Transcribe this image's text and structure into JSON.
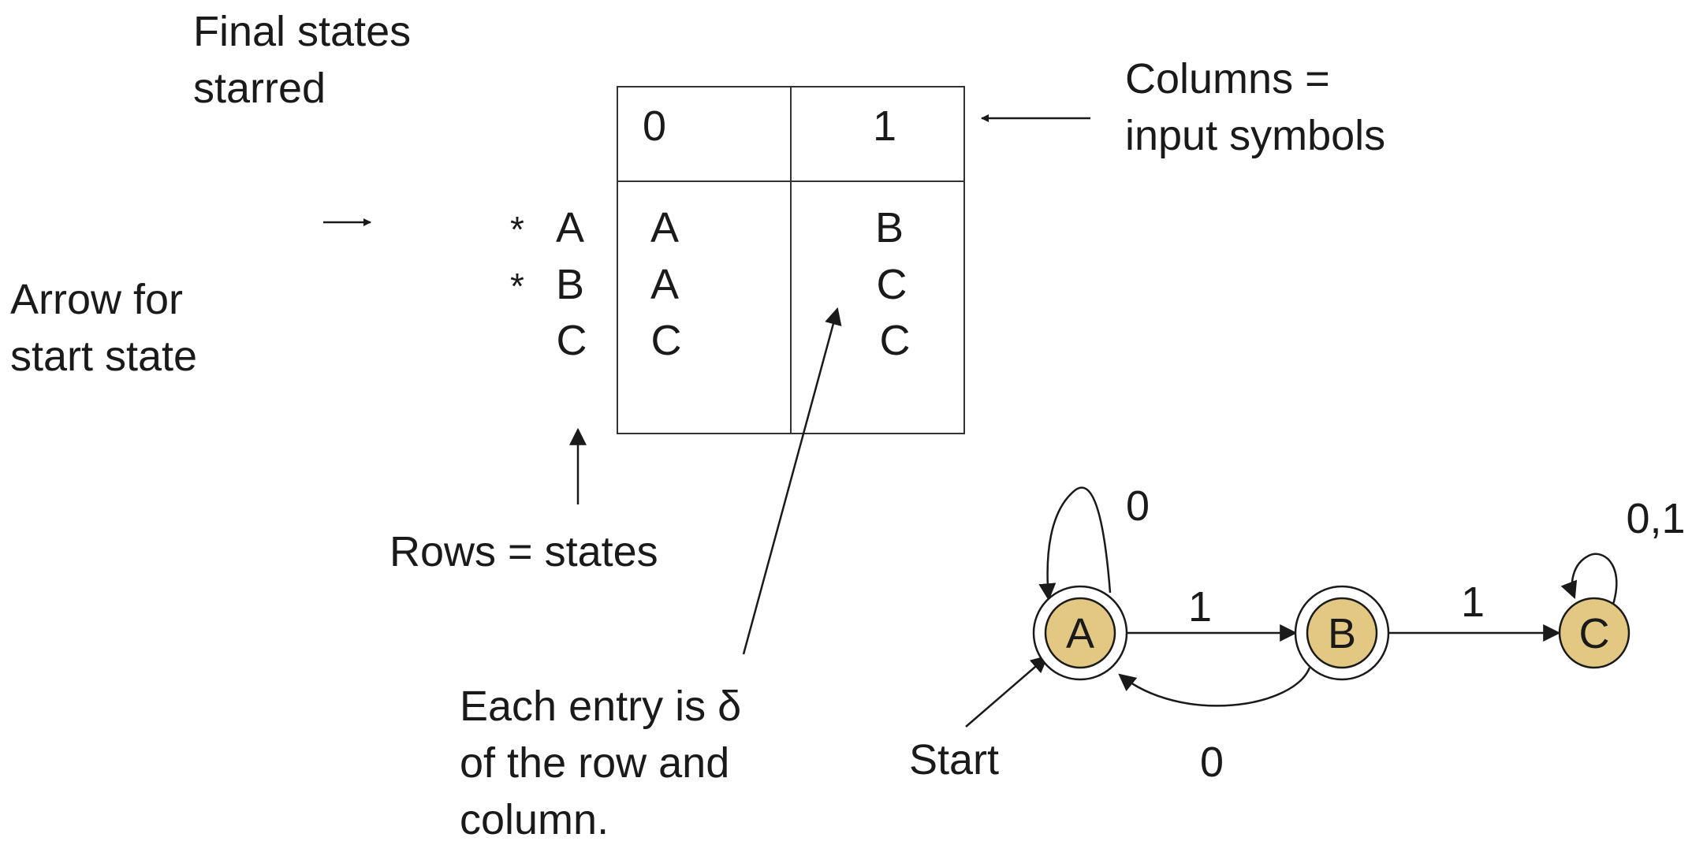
{
  "annotations": {
    "final_states": [
      "Final states",
      "starred"
    ],
    "start_arrow": [
      "Arrow for",
      "start state"
    ],
    "columns": [
      "Columns =",
      "input symbols"
    ],
    "rows": "Rows = states",
    "entry": [
      "Each entry is δ",
      "of the row and",
      "column."
    ]
  },
  "table": {
    "columns": [
      "0",
      "1"
    ],
    "rows": [
      {
        "mark": "*",
        "state": "A",
        "on_0": "A",
        "on_1": "B"
      },
      {
        "mark": "*",
        "state": "B",
        "on_0": "A",
        "on_1": "C"
      },
      {
        "mark": "",
        "state": "C",
        "on_0": "C",
        "on_1": "C"
      }
    ]
  },
  "automaton": {
    "states": [
      {
        "name": "A",
        "final": true,
        "start": true
      },
      {
        "name": "B",
        "final": true,
        "start": false
      },
      {
        "name": "C",
        "final": false,
        "start": false
      }
    ],
    "transitions": [
      {
        "from": "A",
        "to": "A",
        "label": "0"
      },
      {
        "from": "A",
        "to": "B",
        "label": "1"
      },
      {
        "from": "B",
        "to": "A",
        "label": "0"
      },
      {
        "from": "B",
        "to": "C",
        "label": "1"
      },
      {
        "from": "C",
        "to": "C",
        "label": "0,1"
      }
    ],
    "start_label": "Start",
    "state_fill": "#e2c883",
    "stroke": "#1a1a1a"
  }
}
